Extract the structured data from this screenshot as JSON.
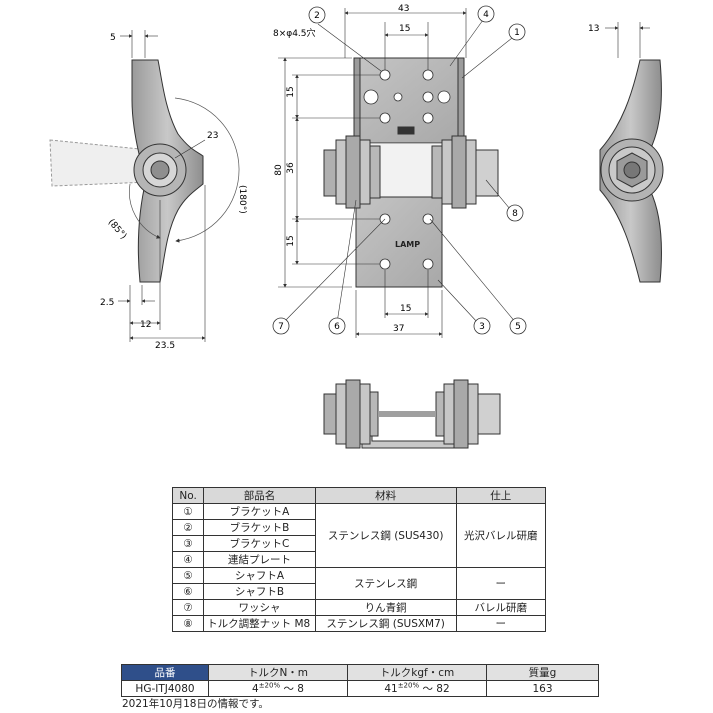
{
  "dims": {
    "left_5": "5",
    "left_23": "23",
    "left_180": "(180°)",
    "left_85": "(85°)",
    "left_2_5": "2.5",
    "left_12": "12",
    "left_23_5": "23.5",
    "center_43": "43",
    "center_15_top": "15",
    "center_hole": "8×φ4.5穴",
    "center_15_a": "15",
    "center_36": "36",
    "center_15_b": "15",
    "center_80": "80",
    "center_15_bottom": "15",
    "center_37": "37",
    "right_13": "13"
  },
  "callouts": [
    "1",
    "2",
    "3",
    "4",
    "5",
    "6",
    "7",
    "8"
  ],
  "brand": "LAMP",
  "parts_table": {
    "headers": [
      "No.",
      "部品名",
      "材料",
      "仕上"
    ],
    "rows": [
      {
        "no": "①",
        "name": "ブラケットA"
      },
      {
        "no": "②",
        "name": "ブラケットB"
      },
      {
        "no": "③",
        "name": "ブラケットC"
      },
      {
        "no": "④",
        "name": "連結プレート"
      },
      {
        "no": "⑤",
        "name": "シャフトA"
      },
      {
        "no": "⑥",
        "name": "シャフトB"
      },
      {
        "no": "⑦",
        "name": "ワッシャ"
      },
      {
        "no": "⑧",
        "name": "トルク調整ナット M8"
      }
    ],
    "material_1_4": "ステンレス鋼 (SUS430)",
    "finish_1_4": "光沢バレル研磨",
    "material_5_6": "ステンレス鋼",
    "finish_5_6": "ー",
    "material_7": "りん青銅",
    "finish_7": "バレル研磨",
    "material_8": "ステンレス鋼 (SUSXM7)",
    "finish_8": "ー"
  },
  "spec_table": {
    "headers": [
      "品番",
      "トルクN・m",
      "トルクkgf・cm",
      "質量g"
    ],
    "part_number": "HG-ITJ4080",
    "torque_nm_base": "4",
    "torque_nm_tol": "±20%",
    "torque_nm_range": " ～ 8",
    "torque_kgf_base": "41",
    "torque_kgf_tol": "±20%",
    "torque_kgf_range": " ～ 82",
    "mass": "163"
  },
  "footnote": "2021年10月18日の情報です。"
}
